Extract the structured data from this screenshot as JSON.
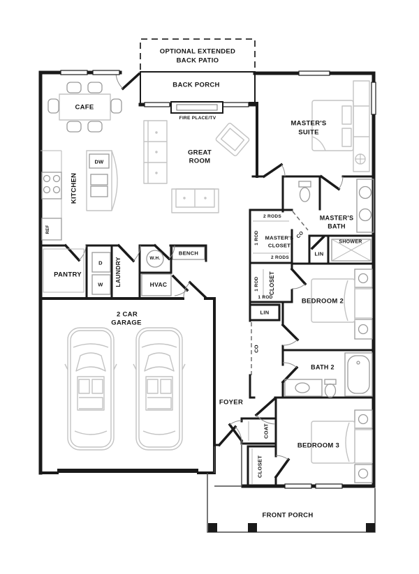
{
  "colors": {
    "wall": "#1a1a1a",
    "furn": "#c3c3c3",
    "fix": "#9a9a9a",
    "bg": "#ffffff"
  },
  "labels": {
    "patio_line1": "OPTIONAL EXTENDED",
    "patio_line2": "BACK PATIO",
    "back_porch": "BACK PORCH",
    "fireplace": "FIRE PLACE/TV",
    "cafe": "CAFE",
    "kitchen": "KITCHEN",
    "dw": "DW",
    "ref": "REF",
    "great_room_1": "GREAT",
    "great_room_2": "ROOM",
    "master_suite_1": "MASTER'S",
    "master_suite_2": "SUITE",
    "master_bath_1": "MASTER'S",
    "master_bath_2": "BATH",
    "shower": "SHOWER",
    "lin_bath": "LIN",
    "master_closet_1": "MASTER'S",
    "master_closet_2": "CLOSET",
    "rods_top": "2 RODS",
    "rod_left": "1 ROD",
    "rods_bottom": "2 RODS",
    "co_closet": "CO",
    "closet2": "CLOSET",
    "closet2_rod_left": "1 ROD",
    "closet2_rod_bottom": "1 ROD",
    "lin_hall": "LIN",
    "bedroom2": "BEDROOM 2",
    "co_hall": "CO",
    "bath2": "BATH 2",
    "foyer": "FOYER",
    "coat": "COAT",
    "closet3": "CLOSET",
    "bedroom3": "BEDROOM 3",
    "garage_1": "2 CAR",
    "garage_2": "GARAGE",
    "pantry": "PANTRY",
    "laundry": "LAUNDRY",
    "dryer": "D",
    "washer": "W",
    "water_heater": "W.H.",
    "bench": "BENCH",
    "hvac": "HVAC",
    "front_porch": "FRONT PORCH"
  }
}
